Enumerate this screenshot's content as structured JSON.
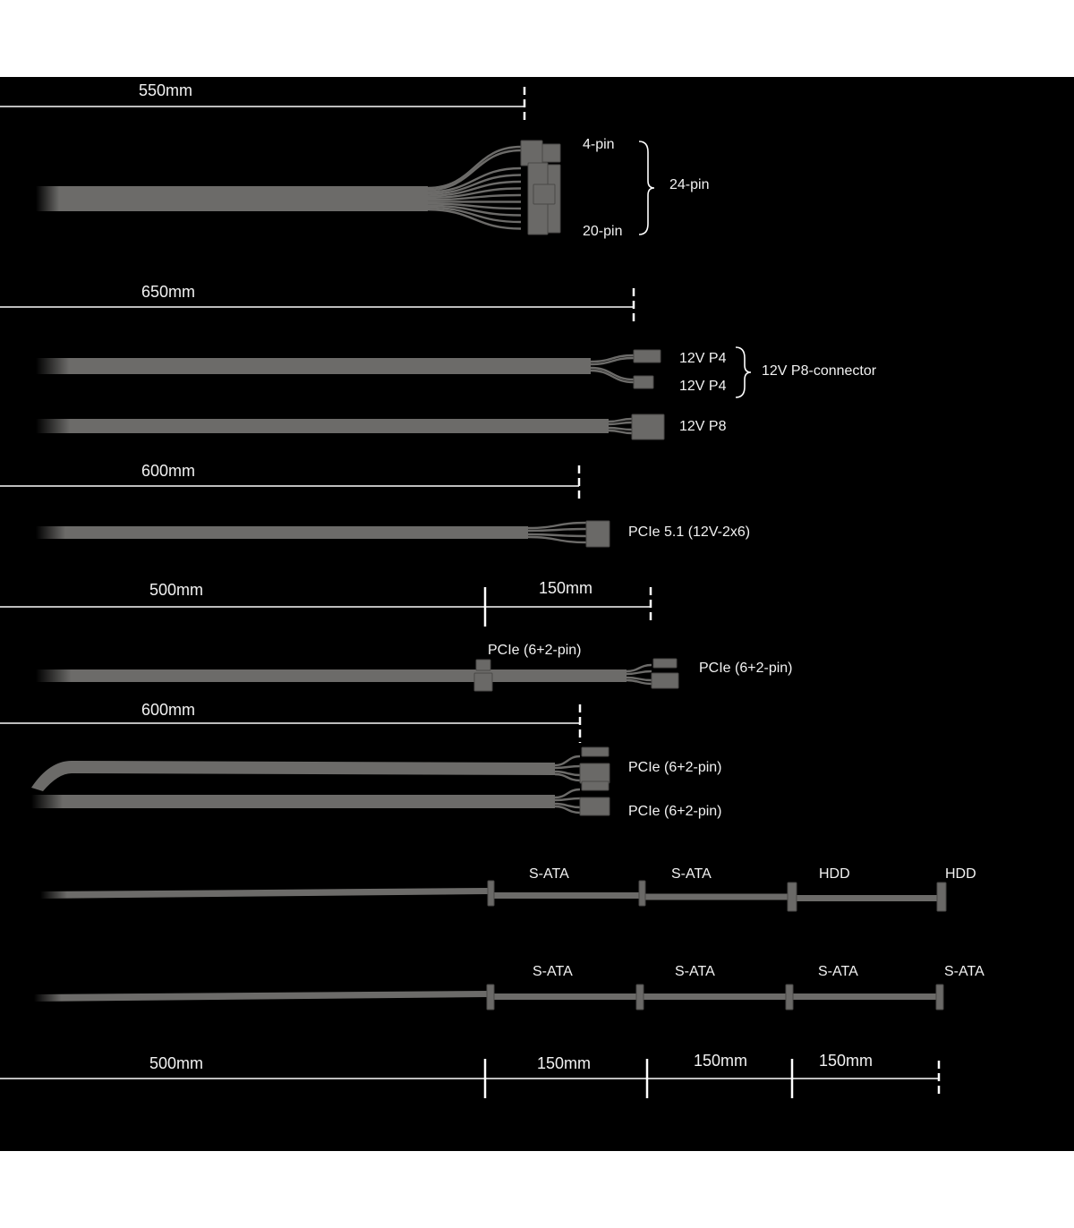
{
  "colors": {
    "background": "#000000",
    "cable": "#6c6b69",
    "text": "#f2f2f2"
  },
  "atx": {
    "length": "550mm",
    "label_4pin": "4-pin",
    "label_20pin": "20-pin",
    "label_24pin": "24-pin"
  },
  "eps": {
    "length": "650mm",
    "p4_a": "12V P4",
    "p4_b": "12V P4",
    "p8_group": "12V P8-connector",
    "p8": "12V P8"
  },
  "pcie5": {
    "length": "600mm",
    "label": "PCIe 5.1 (12V-2x6)"
  },
  "pcie_daisy": {
    "length_main": "500mm",
    "length_ext": "150mm",
    "mid_label": "PCIe (6+2-pin)",
    "end_label": "PCIe (6+2-pin)"
  },
  "pcie_dual": {
    "length": "600mm",
    "label_a": "PCIe (6+2-pin)",
    "label_b": "PCIe (6+2-pin)"
  },
  "sata_hdd": {
    "labels": [
      "S-ATA",
      "S-ATA",
      "HDD",
      "HDD"
    ]
  },
  "sata": {
    "labels": [
      "S-ATA",
      "S-ATA",
      "S-ATA",
      "S-ATA"
    ]
  },
  "bottom_scale": {
    "main": "500mm",
    "segments": [
      "150mm",
      "150mm",
      "150mm"
    ]
  }
}
